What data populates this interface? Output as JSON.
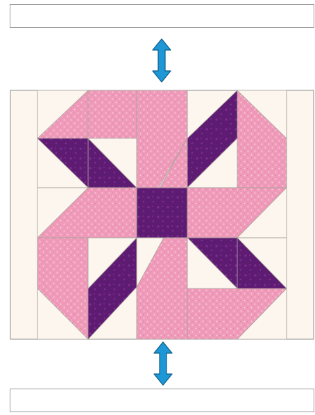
{
  "colors": {
    "background_fabric": "#fcf6ee",
    "pink_fabric": "#ef9ab9",
    "pink_print_dot": "#f8c8da",
    "purple_fabric": "#5e1b72",
    "purple_print": "#7d2b93",
    "seam_line": "#a9a39c",
    "outline": "#8d8d8d",
    "arrow_fill": "#1e97d6",
    "arrow_stroke": "#0b5c88"
  },
  "icons": {
    "top_arrow": "double-vertical-arrow-icon",
    "bottom_arrow": "double-vertical-arrow-icon"
  },
  "pieces": {
    "strips": [
      "top-border-strip",
      "bottom-border-strip"
    ],
    "block": "pinwheel-star-quilt-block"
  }
}
